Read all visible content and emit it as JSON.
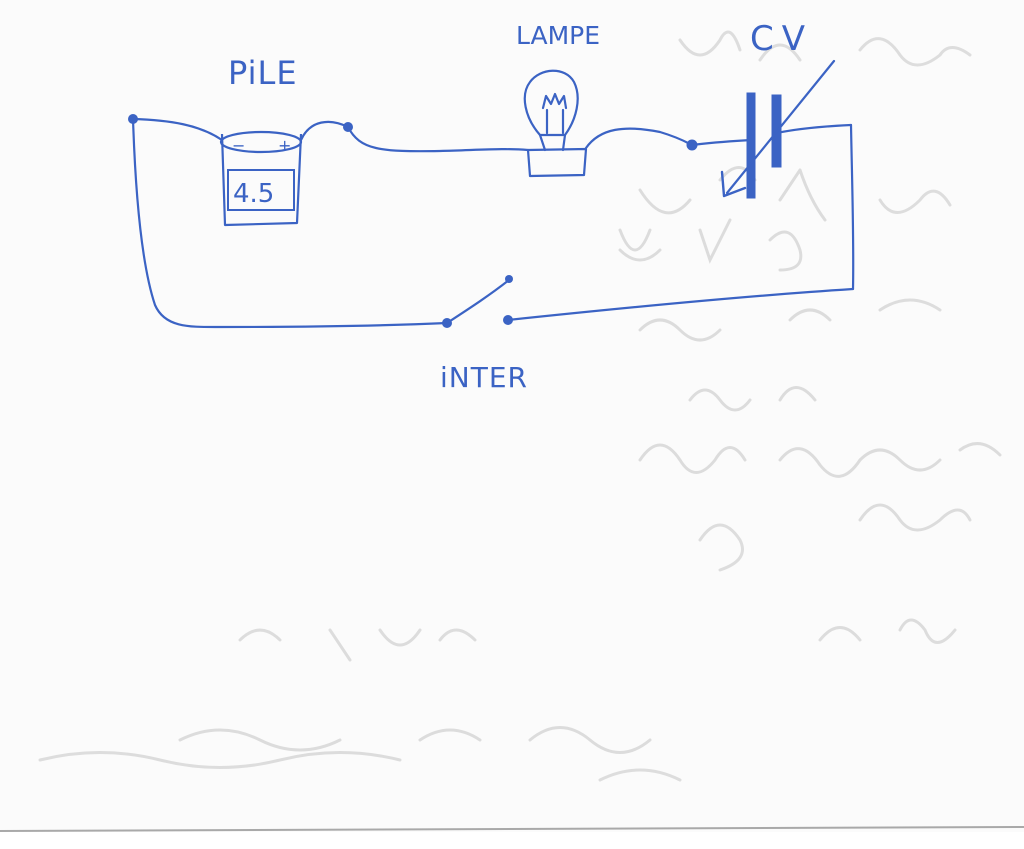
{
  "labels": {
    "pile": "PiLE",
    "lampe": "LAMPE",
    "cv": "CV",
    "inter": "iNTER"
  },
  "battery": {
    "value": "4.5",
    "minus": "−",
    "plus": "+"
  },
  "colors": {
    "ink": "#3b63c4",
    "paper": "#fbfbfb",
    "bleed": "#c8c8c8"
  }
}
